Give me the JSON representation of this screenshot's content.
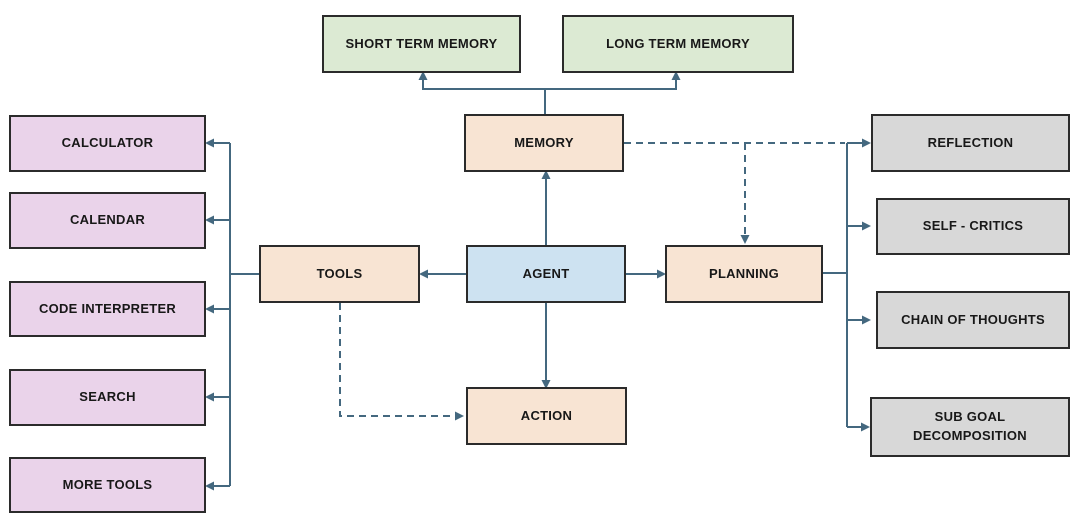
{
  "diagram": {
    "type": "flowchart",
    "colors": {
      "connector_line": "#44687f",
      "box_border": "#2b2b2b",
      "memory_green": "#dcead3",
      "core_peach": "#f8e4d3",
      "agent_blue": "#cde2f1",
      "tools_pink": "#ead3ea",
      "planning_gray": "#d8d8d8",
      "label_text": "#181818"
    },
    "nodes": {
      "short_term_memory": {
        "label": "SHORT TERM MEMORY",
        "color": "green"
      },
      "long_term_memory": {
        "label": "LONG TERM MEMORY",
        "color": "green"
      },
      "memory": {
        "label": "MEMORY",
        "color": "peach"
      },
      "agent": {
        "label": "AGENT",
        "color": "blue"
      },
      "tools": {
        "label": "TOOLS",
        "color": "peach"
      },
      "planning": {
        "label": "PLANNING",
        "color": "peach"
      },
      "action": {
        "label": "ACTION",
        "color": "peach"
      },
      "calculator": {
        "label": "CALCULATOR",
        "color": "pink"
      },
      "calendar": {
        "label": "CALENDAR",
        "color": "pink"
      },
      "code_interpreter": {
        "label": "CODE INTERPRETER",
        "color": "pink"
      },
      "search": {
        "label": "SEARCH",
        "color": "pink"
      },
      "more_tools": {
        "label": "MORE TOOLS",
        "color": "pink"
      },
      "reflection": {
        "label": "REFLECTION",
        "color": "gray"
      },
      "self_critics": {
        "label": "SELF - CRITICS",
        "color": "gray"
      },
      "chain_of_thoughts": {
        "label": "CHAIN OF THOUGHTS",
        "color": "gray"
      },
      "sub_goal_decomposition": {
        "label": "SUB GOAL DECOMPOSITION",
        "color": "gray"
      }
    },
    "edges": [
      {
        "from": "memory",
        "to": "short_term_memory",
        "style": "solid",
        "arrow": "to"
      },
      {
        "from": "memory",
        "to": "long_term_memory",
        "style": "solid",
        "arrow": "to"
      },
      {
        "from": "agent",
        "to": "memory",
        "style": "solid",
        "arrow": "to"
      },
      {
        "from": "agent",
        "to": "tools",
        "style": "solid",
        "arrow": "to"
      },
      {
        "from": "agent",
        "to": "planning",
        "style": "solid",
        "arrow": "to"
      },
      {
        "from": "agent",
        "to": "action",
        "style": "solid",
        "arrow": "to"
      },
      {
        "from": "tools",
        "to": "calculator",
        "style": "solid",
        "arrow": "to"
      },
      {
        "from": "tools",
        "to": "calendar",
        "style": "solid",
        "arrow": "to"
      },
      {
        "from": "tools",
        "to": "code_interpreter",
        "style": "solid",
        "arrow": "to"
      },
      {
        "from": "tools",
        "to": "search",
        "style": "solid",
        "arrow": "to"
      },
      {
        "from": "tools",
        "to": "more_tools",
        "style": "solid",
        "arrow": "to"
      },
      {
        "from": "planning",
        "to": "reflection",
        "style": "solid",
        "arrow": "to"
      },
      {
        "from": "planning",
        "to": "self_critics",
        "style": "solid",
        "arrow": "to"
      },
      {
        "from": "planning",
        "to": "chain_of_thoughts",
        "style": "solid",
        "arrow": "to"
      },
      {
        "from": "planning",
        "to": "sub_goal_decomposition",
        "style": "solid",
        "arrow": "to"
      },
      {
        "from": "memory",
        "to": "planning",
        "style": "dashed",
        "arrow": "to"
      },
      {
        "from": "memory",
        "to": "reflection",
        "style": "dashed",
        "arrow": "to"
      },
      {
        "from": "tools",
        "to": "action",
        "style": "dashed",
        "arrow": "to"
      }
    ]
  }
}
